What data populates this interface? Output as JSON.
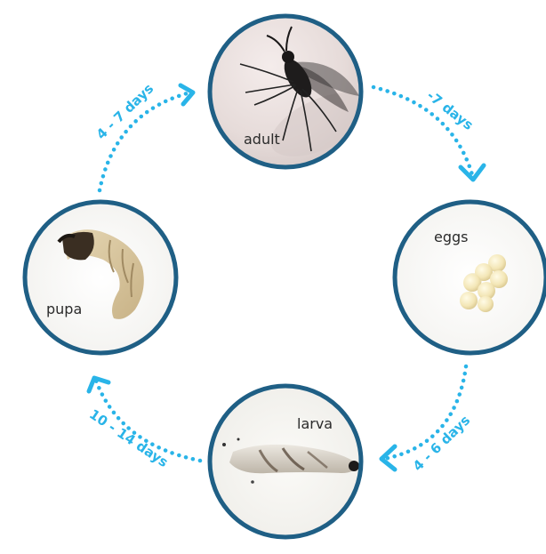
{
  "colors": {
    "arrow": "#29b4e8",
    "ring": "#1f5f85",
    "background": "#ffffff"
  },
  "stages": {
    "adult": {
      "label": "adult",
      "icon": "adult-fly-photo"
    },
    "eggs": {
      "label": "eggs",
      "icon": "egg-cluster-photo"
    },
    "larva": {
      "label": "larva",
      "icon": "larva-photo"
    },
    "pupa": {
      "label": "pupa",
      "icon": "pupa-photo"
    }
  },
  "transitions": {
    "adult_to_eggs": "-7 days",
    "eggs_to_larva": "4 - 6 days",
    "larva_to_pupa": "10 - 14 days",
    "pupa_to_adult": "4 - 7 days"
  }
}
